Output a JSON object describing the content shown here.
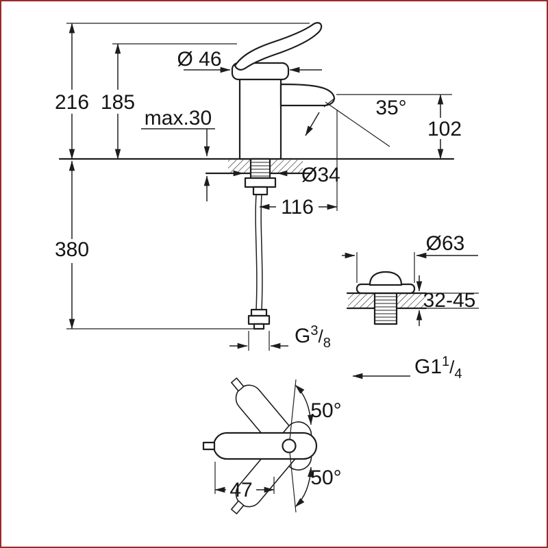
{
  "colors": {
    "line": "#1d1d1d",
    "frame": "#9a2b2b",
    "background": "#ffffff"
  },
  "side_view": {
    "total_height": "216",
    "height_to_spout_base": "185",
    "max_deck_thickness": "max.30",
    "handle_diameter": "Ø 46",
    "spout_angle": "35°",
    "outlet_height": "102",
    "shank_diameter": "Ø34",
    "spout_projection": "116",
    "hose_length": "380",
    "hose_thread": {
      "prefix": "G",
      "numerator": "3",
      "slash": "/",
      "denominator": "8"
    }
  },
  "waste_view": {
    "flange_diameter": "Ø63",
    "deck_thickness_range": "32-45",
    "thread": {
      "prefix": "G1",
      "numerator": "1",
      "slash": "/",
      "denominator": "4"
    }
  },
  "top_view": {
    "swing_angle_up": "50°",
    "swing_angle_down": "50°",
    "handle_projection": "47"
  }
}
